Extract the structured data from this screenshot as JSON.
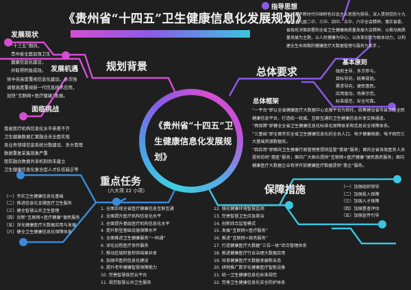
{
  "title": "《贵州省“十四五”卫生健康信息化发展规划》",
  "center": {
    "text": "《贵州省“十四五”卫生健康信息化发展规划》"
  },
  "colors": {
    "background": "#1f1f1f",
    "background_branch": "#d44fd0",
    "requirements_branch": "#8a5be6",
    "tasks_branch": "#3a8ad8",
    "measures_branch": "#3bc6e0"
  },
  "background_section": {
    "label": "规划背景",
    "status": {
      "label": "发展现状",
      "lines": [
        "“十三五”期间，",
        "贵州省全面加强卫生",
        "健康信息化建设，",
        "并取得积极成效。"
      ]
    },
    "opportunity": {
      "label": "发展机遇",
      "lines": [
        "党中央高度重视信息化建设。多次强",
        "调要高度重视新一代信息技术应用，",
        "加快“互联网+医疗健康”发展。"
      ]
    },
    "challenges": {
      "label": "面临挑战",
      "lines": [
        "我省医疗机构信息化水平参差不齐",
        "卫生健康数据汇聚融合未全面实现",
        "各业务领域信息系统分散建设、多头管理",
        "数据重复采集现象严重",
        "医防融合数据共享机制尚未建立",
        "卫生健康信息化复合型人才队伍缺乏等"
      ]
    }
  },
  "requirements_section": {
    "label": "总体要求",
    "guiding": {
      "label": "指导思想",
      "text": "以习近平新时代中国特色社会主义思想为指导，深入贯彻党的十九大和十九届二中、三中、四中、五中、六中全会精神，落实省委、省政府决策部署和全省卫生健康高质量发展大会精神，以推动高质量发展为主题，以人民健康为中心，以改革创新为根本动力，以构建全生命周期的健康医疗大数据管理与服务为抓手 。"
    },
    "principles": {
      "label": "基本原则",
      "lines": [
        "政府主导，多方参与。",
        "目标导向，统筹规划。",
        "需求导向，便民惠民。",
        "应用驱动，场景示范。",
        "标准规范，安全可靠。"
      ]
    },
    "framework": {
      "label": "总体框架",
      "paragraphs": [
        "“一平台”即以全省健康医疗大数据中心支撑平台为依托，统筹建设省市县三级全民健康信息平台，打造统一权威、互联互通的卫生健康信息共享交换通道。",
        "“两保障”即健全全省卫生健康信息化标准化保障体系和信息安全保障体系。",
        "“三基础”即全面夯实全省卫生健康信息化的全员人口、电子健康档案、电子病历三大基础资源数据库。",
        "“四应用”即面向卫生健康行政管理者提供监管“惠政”服务；面向全省各级医务人员提供协同“惠医”服务；面向广大群众提供“互联网+医疗健康”便民惠民服务；面向健康医疗大数据企业有序开放健康医疗数据提供“惠企”服务。"
      ]
    }
  },
  "tasks_section": {
    "label": "重点任务",
    "sublabel": "（六大项 22 小项）",
    "categories": [
      "（一）夯实卫生健康信息化基础",
      "（二）推进信息化支撑医疗卫生服务",
      "（三）健全智慧公共卫生管理",
      "（四）创新“互联网+医疗健康”便民服务",
      "（五）深化健康医疗大数据应用与发展",
      "（六）健全卫生健康信息化保障体系"
    ],
    "items_left": [
      "1. 全面实现全省医疗健康信息互联互通",
      "2. 全面提升医疗机构信息化水平",
      "3. 全面提升基层医疗机构信息化水平",
      "4. 提升新型基础设施保障水平",
      "5. 全面推进卫生健康服务“一码通”",
      "6. 深化远程医疗协作服务",
      "7. 推动区域检查检验结果共享",
      "8. 加强中医药信息化建设",
      "9. 提升老年健康智慧保障能力",
      "10. 完善智慧疾控云平台",
      "11. 规范智慧公共卫生服务"
    ],
    "items_right": [
      "12. 强化健康环境智慧监测",
      "13. 完善智慧卫生应急救治",
      "14. 创新综合监管模式",
      "15. 发展“互联网+医疗服务”",
      "16. 推进“互联网+政务服务”",
      "17. 打造健康医疗大数据“三位一体”综合管理体系",
      "18. 推进健康医疗行业治理大数据应用",
      "19. 培育健康医疗大数据发展新业态",
      "20. 研制推广数字化健康医疗智能设备",
      "21. 统一卫生健康信息化标准规范",
      "22. 完善卫生健康信息化安全防护体系"
    ]
  },
  "measures_section": {
    "label": "保障措施",
    "items": [
      "（一）加强组织领导",
      "（二）加强投入保障",
      "（三）加强人才保障",
      "（四）加强督查评估",
      "（五）加强宣传引导"
    ]
  }
}
